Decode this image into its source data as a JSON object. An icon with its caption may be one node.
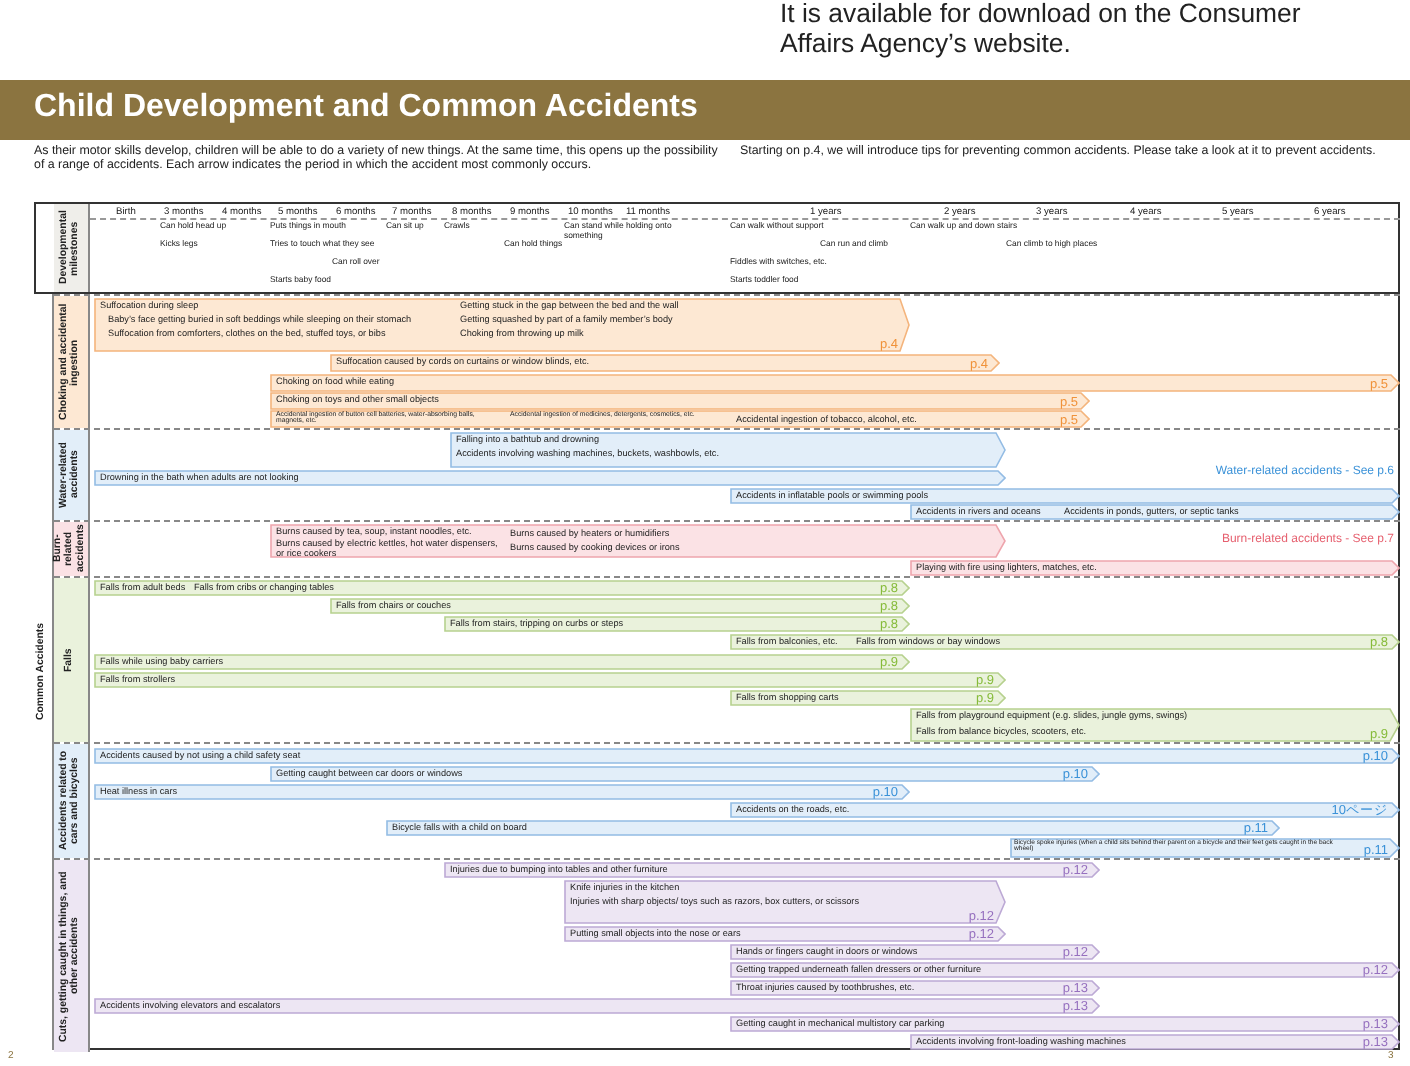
{
  "diagram": {
    "title": "Child Development and Common Accidents",
    "nodes": [
      {
        "text": [
          "Developmental milestones"
        ]
      },
      {
        "text": [
          "Common Accidents"
        ]
      },
      {
        "text": [
          "Choking and accidental ingestion"
        ],
        "in": 1
      },
      {
        "text": [
          "Suffocation during sleep",
          "Baby’s face getting buried in soft beddings while sleeping on their stomach",
          "Suffocation from comforters, clothes on the bed, stuffed toys, or bibs",
          "Getting stuck in the gap between the bed and the wall",
          "Getting squashed by part of a family member’s body",
          "Choking from throwing up milk",
          "p.4"
        ],
        "in": 2
      },
      {
        "text": [
          "Suffocation caused by cords on curtains or window blinds, etc.",
          "p.4"
        ],
        "in": 2
      },
      {
        "text": [
          "Choking on food while eating",
          "p.5"
        ],
        "in": 2
      },
      {
        "text": [
          "Choking on toys and other small objects",
          "p.5"
        ],
        "in": 2
      },
      {
        "text": [
          "Accidental ingestion of button cell batteries, water-absorbing balls, magnets, etc.",
          "Accidental ingestion of medicines, detergents, cosmetics, etc.",
          "Accidental ingestion of tobacco, alcohol, etc.",
          "p.5"
        ],
        "in": 2
      },
      {
        "text": [
          "Water-related accidents"
        ],
        "in": 1
      },
      {
        "text": [
          "Falling into a bathtub and drowning",
          "Accidents involving washing machines, buckets, washbowls, etc."
        ],
        "in": 8
      },
      {
        "text": [
          "Drowning in the bath when adults are not looking"
        ],
        "in": 8
      },
      {
        "text": [
          "Accidents in inflatable pools or swimming pools"
        ],
        "in": 8
      },
      {
        "text": [
          "Accidents in rivers and oceans",
          "Accidents in ponds, gutters, or septic tanks"
        ],
        "in": 8
      },
      {
        "text": [
          "Burn-related accidents"
        ],
        "in": 1
      },
      {
        "text": [
          "Burns caused by tea, soup, instant noodles, etc.",
          "Burns caused by electric kettles, hot water dispensers, or rice cookers",
          "Burns caused by heaters or humidifiers",
          "Burns caused by cooking devices or irons"
        ],
        "in": 13
      },
      {
        "text": [
          "Playing with fire using lighters, matches, etc."
        ],
        "in": 13
      },
      {
        "text": [
          "Falls"
        ],
        "in": 1
      },
      {
        "text": [
          "Falls from adult beds",
          "Falls from cribs or changing tables",
          "p.8"
        ],
        "in": 16
      },
      {
        "text": [
          "Falls from chairs or couches",
          "p.8"
        ],
        "in": 16
      },
      {
        "text": [
          "Falls from stairs, tripping on curbs or steps",
          "p.8"
        ],
        "in": 16
      },
      {
        "text": [
          "Falls from balconies, etc.",
          "Falls from windows or bay windows",
          "p.8"
        ],
        "in": 16
      },
      {
        "text": [
          "Falls while using baby carriers",
          "p.9"
        ],
        "in": 16
      },
      {
        "text": [
          "Falls from strollers",
          "p.9"
        ],
        "in": 16
      },
      {
        "text": [
          "Falls from shopping carts",
          "p.9"
        ],
        "in": 16
      },
      {
        "text": [
          "Falls from playground equipment (e.g. slides, jungle gyms, swings)",
          "Falls from balance bicycles, scooters, etc.",
          "p.9"
        ],
        "in": 16
      },
      {
        "text": [
          "Accidents related to cars and bicycles"
        ],
        "in": 1
      },
      {
        "text": [
          "Accidents caused by not using a child safety seat",
          "p.10"
        ],
        "in": 25
      },
      {
        "text": [
          "Getting caught between car doors or windows",
          "p.10"
        ],
        "in": 25
      },
      {
        "text": [
          "Heat illness in cars",
          "p.10"
        ],
        "in": 25
      },
      {
        "text": [
          "Accidents on the roads, etc.",
          "10ページ"
        ],
        "in": 25
      },
      {
        "text": [
          "Bicycle falls with a child on board",
          "p.11"
        ],
        "in": 25
      },
      {
        "text": [
          "Bicycle spoke injuries (when a child sits behind their parent on a bicycle and their feet gets caught in the back wheel)",
          "p.11"
        ],
        "in": 25
      },
      {
        "text": [
          "Cuts, getting caught in things, and other accidents"
        ],
        "in": 1
      },
      {
        "text": [
          "Injuries due to bumping into tables and other furniture",
          "p.12"
        ],
        "in": 32
      },
      {
        "text": [
          "Knife injuries in the kitchen",
          "Injuries with sharp objects/ toys such as razors, box cutters, or scissors",
          "p.12"
        ],
        "in": 32
      },
      {
        "text": [
          "Putting small objects into the nose or ears",
          "p.12"
        ],
        "in": 32
      },
      {
        "text": [
          "Hands or fingers caught in doors or windows",
          "p.12"
        ],
        "in": 32
      },
      {
        "text": [
          "Getting trapped underneath fallen dressers or other furniture",
          "p.12"
        ],
        "in": 32
      },
      {
        "text": [
          "Throat injuries caused by toothbrushes, etc.",
          "p.13"
        ],
        "in": 32
      },
      {
        "text": [
          "Accidents involving elevators and escalators",
          "p.13"
        ],
        "in": 32
      },
      {
        "text": [
          "Getting caught in mechanical multistory car parking",
          "p.13"
        ],
        "in": 32
      },
      {
        "text": [
          "Accidents involving front-loading washing machines",
          "p.13"
        ],
        "in": 32
      }
    ],
    "labels": [
      "It is available for download on the Consumer Affairs Agency’s website.",
      "As their motor skills develop, children will be able to do a variety of new things. At the same time, this opens up the possibility of a range of accidents. Each arrow indicates the period in which the accident most commonly occurs.",
      "Starting on p.4, we will introduce tips for preventing common accidents. Please take a look at it to prevent accidents.",
      "Birth",
      "3 months",
      "4 months",
      "5 months",
      "6 months",
      "7 months",
      "8 months",
      "9 months",
      "10 months",
      "11 months",
      "1 years",
      "2 years",
      "3 years",
      "4 years",
      "5 years",
      "6 years",
      "Can hold head up",
      "Puts things in mouth",
      "Can sit up",
      "Crawls",
      "Can stand while holding onto something",
      "Can walk without support",
      "Can walk up and down stairs",
      "Kicks legs",
      "Tries to touch what they see",
      "Can hold things",
      "Can run and climb",
      "Can climb to high places",
      "Can roll over",
      "Fiddles with switches, etc.",
      "Starts baby food",
      "Starts toddler food",
      "Water-related accidents - See p.6",
      "Burn-related accidents - See p.7",
      "2",
      "3"
    ]
  }
}
